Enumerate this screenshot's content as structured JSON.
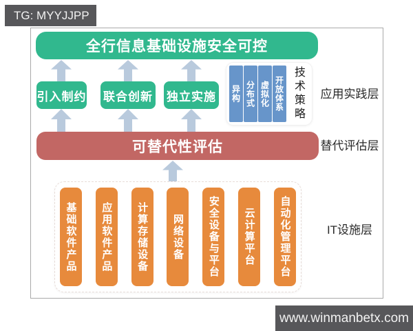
{
  "badges": {
    "top": "TG: MYYJJPP",
    "bottom": "www.winmanbetx.com"
  },
  "diagram": {
    "top_bar": "全行信息基础设施安全可控",
    "practice_boxes": [
      "引入制约",
      "联合创新",
      "独立实施"
    ],
    "tech_strategy": {
      "columns": [
        "异构",
        "分布式",
        "虚拟化",
        "开放体系"
      ],
      "label": "技术策略"
    },
    "assessment_bar": "可替代性评估",
    "pillars": [
      "基础软件产品",
      "应用软件产品",
      "计算存储设备",
      "网络设备",
      "安全设备与平台",
      "云计算平台",
      "自动化管理平台"
    ],
    "layer_labels": [
      "应用实践层",
      "替代评估层",
      "IT设施层"
    ]
  },
  "colors": {
    "green": "#31b88e",
    "red": "#c26764",
    "blue": "#6795ca",
    "orange": "#e78a3c",
    "arrow": "#b9cadd",
    "badge_bg": "#57575a",
    "card_border": "#a9a9a9"
  }
}
